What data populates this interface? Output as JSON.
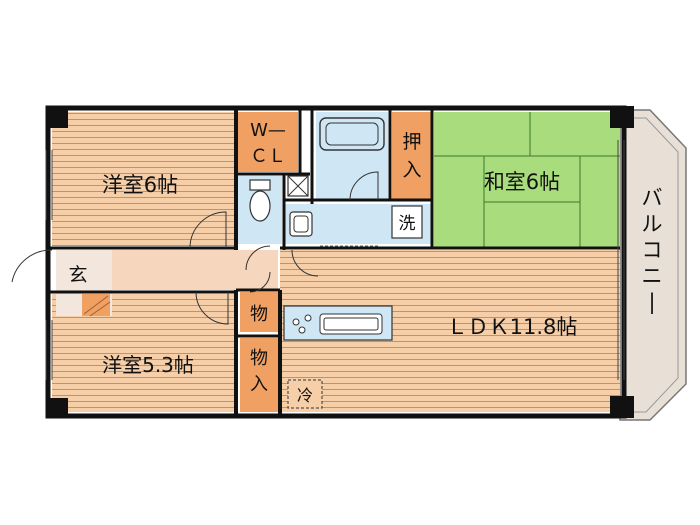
{
  "rooms": {
    "western_room_1": "洋室6帖",
    "western_room_2": "洋室5.3帖",
    "japanese_room": "和室6帖",
    "ldk": "ＬＤＫ11.8帖",
    "walk_in_closet_top": "W—",
    "walk_in_closet_bottom": "ＣＬ",
    "closet_oshiire_top": "押",
    "closet_oshiire_bottom": "入",
    "entrance": "玄",
    "storage_small": "物",
    "storage_top": "物",
    "storage_bottom": "入",
    "laundry": "洗",
    "refrigerator": "冷",
    "balcony": "バルコニー"
  },
  "colors": {
    "wall": "#111111",
    "floor_wood": "#f6cfa8",
    "floor_stripe": "#b98a66",
    "tatami": "#a8dc7c",
    "closet_orange": "#f0a062",
    "wet_area": "#cfe6f4",
    "balcony": "#e8e0d6",
    "entrance_floor": "#f3cfb2"
  }
}
